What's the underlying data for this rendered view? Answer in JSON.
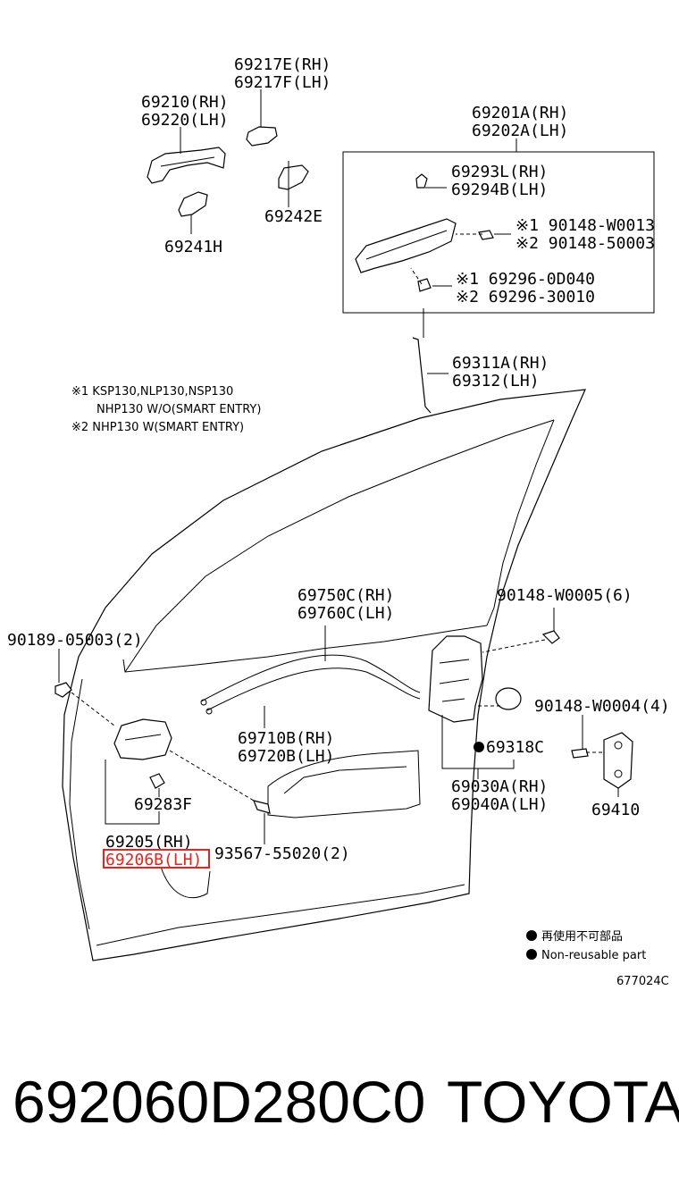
{
  "labels": {
    "l69217": [
      "69217E(RH)",
      "69217F(LH)"
    ],
    "l69210": [
      "69210(RH)",
      "69220(LH)"
    ],
    "l69201": [
      "69201A(RH)",
      "69202A(LH)"
    ],
    "l69293": [
      "69293L(RH)",
      "69294B(LH)"
    ],
    "l90148a": [
      "※1 90148-W0013",
      "※2 90148-50003"
    ],
    "l69296": [
      "※1 69296-0D040",
      "※2 69296-30010"
    ],
    "l69242": "69242E",
    "l69241": "69241H",
    "l69311": [
      "69311A(RH)",
      "69312(LH)"
    ],
    "l69750": [
      "69750C(RH)",
      "69760C(LH)"
    ],
    "l90148b": "90148-W0005(6)",
    "l90189": "90189-05003(2)",
    "l90148c": "90148-W0004(4)",
    "l69710": [
      "69710B(RH)",
      "69720B(LH)"
    ],
    "l69318": "69318C",
    "l69030": [
      "69030A(RH)",
      "69040A(LH)"
    ],
    "l69283": "69283F",
    "l69410": "69410",
    "l69205": [
      "69205(RH)",
      "69206B(LH)"
    ],
    "l93567": "93567-55020(2)"
  },
  "notes": [
    "※1 KSP130,NLP130,NSP130",
    "NHP130 W/O(SMART ENTRY)",
    "※2 NHP130 W(SMART ENTRY)"
  ],
  "legend": [
    "再使用不可部品",
    "Non-reusable part"
  ],
  "diagram_code": "677024C",
  "highlight": {
    "label": "69206B(LH)",
    "color": "#e8221c"
  },
  "footer": {
    "part_number": "692060D280C0",
    "brand": "TOYOTA"
  }
}
